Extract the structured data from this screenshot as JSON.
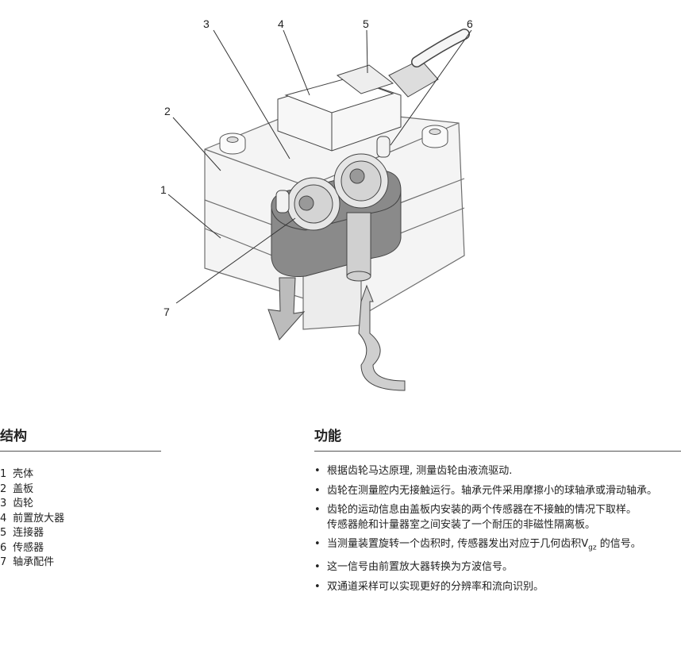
{
  "figure": {
    "callouts": [
      "1",
      "2",
      "3",
      "4",
      "5",
      "6",
      "7"
    ]
  },
  "structure": {
    "title": "结构",
    "items": [
      {
        "num": "1",
        "label": "壳体"
      },
      {
        "num": "2",
        "label": "盖板"
      },
      {
        "num": "3",
        "label": "齿轮"
      },
      {
        "num": "4",
        "label": "前置放大器"
      },
      {
        "num": "5",
        "label": "连接器"
      },
      {
        "num": "6",
        "label": "传感器"
      },
      {
        "num": "7",
        "label": "轴承配件"
      }
    ]
  },
  "function": {
    "title": "功能",
    "bullets": [
      {
        "text": "根据齿轮马达原理, 测量齿轮由液流驱动."
      },
      {
        "text": "齿轮在测量腔内无接触运行。轴承元件采用摩擦小的球轴承或滑动轴承。"
      },
      {
        "text": "齿轮的运动信息由盖板内安装的两个传感器在不接触的情况下取样。",
        "extra": "传感器舱和计量器室之间安装了一个耐压的非磁性隔离板。"
      },
      {
        "text_before": "当测量装置旋转一个齿积时, 传感器发出对应于几何齿积",
        "symbol": "V",
        "subscript": "gz",
        "text_after": " 的信号。"
      },
      {
        "text": "这一信号由前置放大器转换为方波信号。"
      },
      {
        "text": "双通道采样可以实现更好的分辨率和流向识别。"
      }
    ]
  }
}
